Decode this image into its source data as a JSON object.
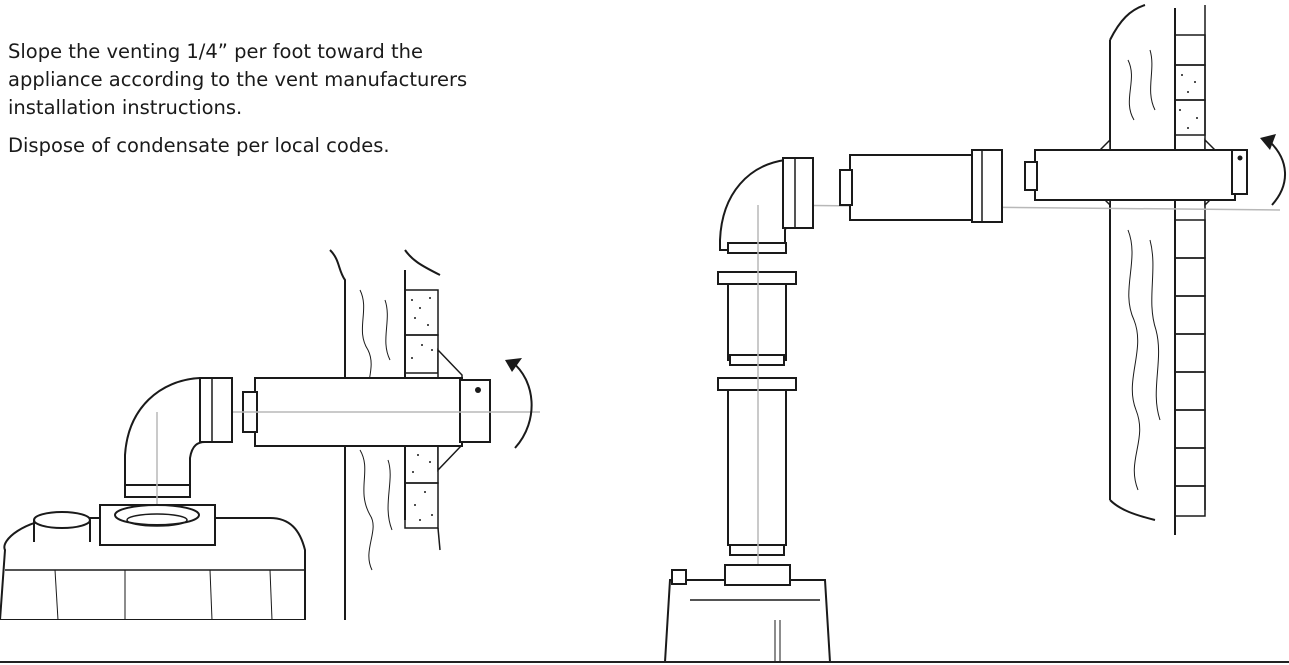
{
  "instructions": {
    "paragraph_1": "Slope the venting 1/4” per foot toward the appliance according to the vent manufacturers installation instructions.",
    "paragraph_2": "Dispose of condensate per local codes."
  },
  "illustrations": {
    "left_icon": "horizontal-vent-through-wall-illustration",
    "right_icon": "vertical-extension-vent-through-wall-illustration",
    "rotation_arrow_icon": "rotation-arrow-icon",
    "line_color": "#1a1a1a",
    "centerline_color": "#b8b8b8"
  }
}
